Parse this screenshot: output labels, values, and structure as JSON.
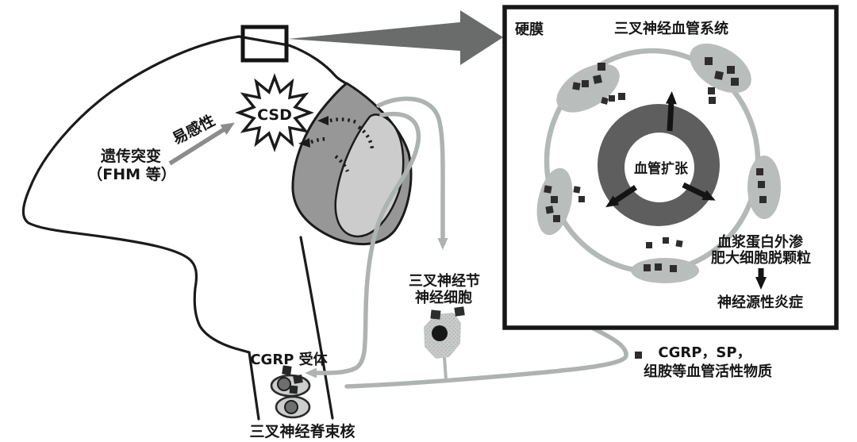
{
  "brain": {
    "genetic_mutation_line1": "遗传突变",
    "genetic_mutation_line2": "（FHM 等）",
    "susceptibility": "易感性",
    "csd": "CSD",
    "trigeminal_ganglion_line1": "三叉神经节",
    "trigeminal_ganglion_line2": "神经细胞",
    "cgrp_receptor": "CGRP 受体",
    "spinal_trigeminal_nucleus": "三叉神经脊束核",
    "vasoactive_line1": "CGRP，SP，",
    "vasoactive_line2": "组胺等血管活性物质"
  },
  "inset": {
    "dura": "硬膜",
    "title": "三叉神经血管系统",
    "vasodilation": "血管扩张",
    "plasma_extravasation_line1": "血浆蛋白外渗",
    "plasma_extravasation_line2": "肥大细胞脱颗粒",
    "neurogenic_inflammation": "神经源性炎症"
  },
  "colors": {
    "outline": "#1b1b1b",
    "zoom_arrow_gray": "#6a6c6c",
    "susceptibility_arrow_gray": "#8c8c8c",
    "fiber_gray": "#aeb2b1",
    "cortex_dark": "#979797",
    "cortex_light": "#cccccc",
    "vessel_ring_gray": "#b4b8b7",
    "vasodilation_ring": "#5e5e5e",
    "mast_cell": "#b9bdbc",
    "granule": "#2d2d2d",
    "background": "#ffffff"
  }
}
